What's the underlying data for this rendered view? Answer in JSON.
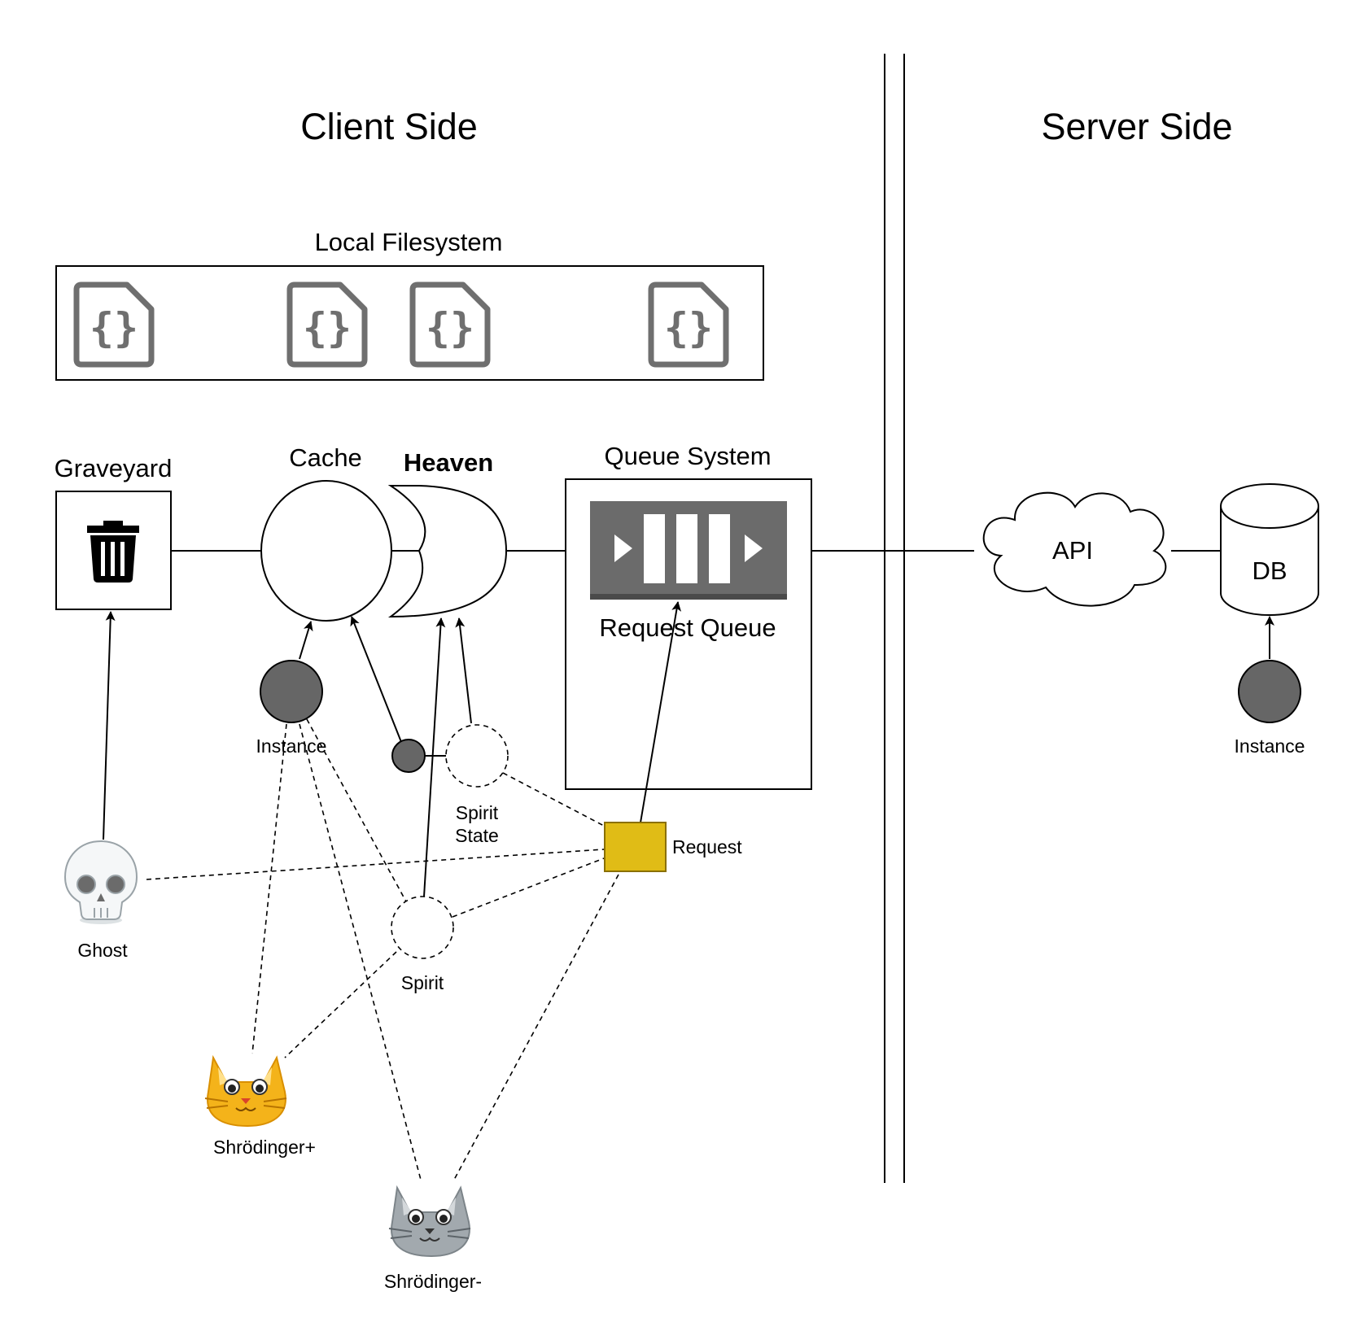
{
  "sections": {
    "client": "Client Side",
    "server": "Server Side"
  },
  "nodes": {
    "local_filesystem": {
      "label": "Local Filesystem",
      "icon": "json-file-icon",
      "file_count": 4
    },
    "graveyard": {
      "label": "Graveyard",
      "icon": "trash-icon"
    },
    "cache": {
      "label": "Cache"
    },
    "heaven": {
      "label": "Heaven"
    },
    "queue_system": {
      "label": "Queue System"
    },
    "request_queue": {
      "label": "Request Queue",
      "icon": "queue-icon"
    },
    "api": {
      "label": "API"
    },
    "db": {
      "label": "DB"
    },
    "client_instance": {
      "label": "Instance"
    },
    "server_instance": {
      "label": "Instance"
    },
    "spirit_state": {
      "label_line1": "Spirit",
      "label_line2": "State"
    },
    "spirit": {
      "label": "Spirit"
    },
    "request": {
      "label": "Request"
    },
    "ghost": {
      "label": "Ghost",
      "icon": "skull-icon"
    },
    "shrodinger_plus": {
      "label": "Shrödinger+",
      "icon": "cat-face-orange-icon"
    },
    "shrodinger_minus": {
      "label": "Shrödinger-",
      "icon": "cat-face-grey-icon"
    }
  },
  "colors": {
    "instance_fill": "#666666",
    "request_fill": "#E0BC16",
    "request_stroke": "#8a7000",
    "icon_grey": "#6f6f6f",
    "queue_bg": "#6b6b6b",
    "cat_orange": "#F4B31A",
    "cat_grey": "#A2A9AE"
  }
}
